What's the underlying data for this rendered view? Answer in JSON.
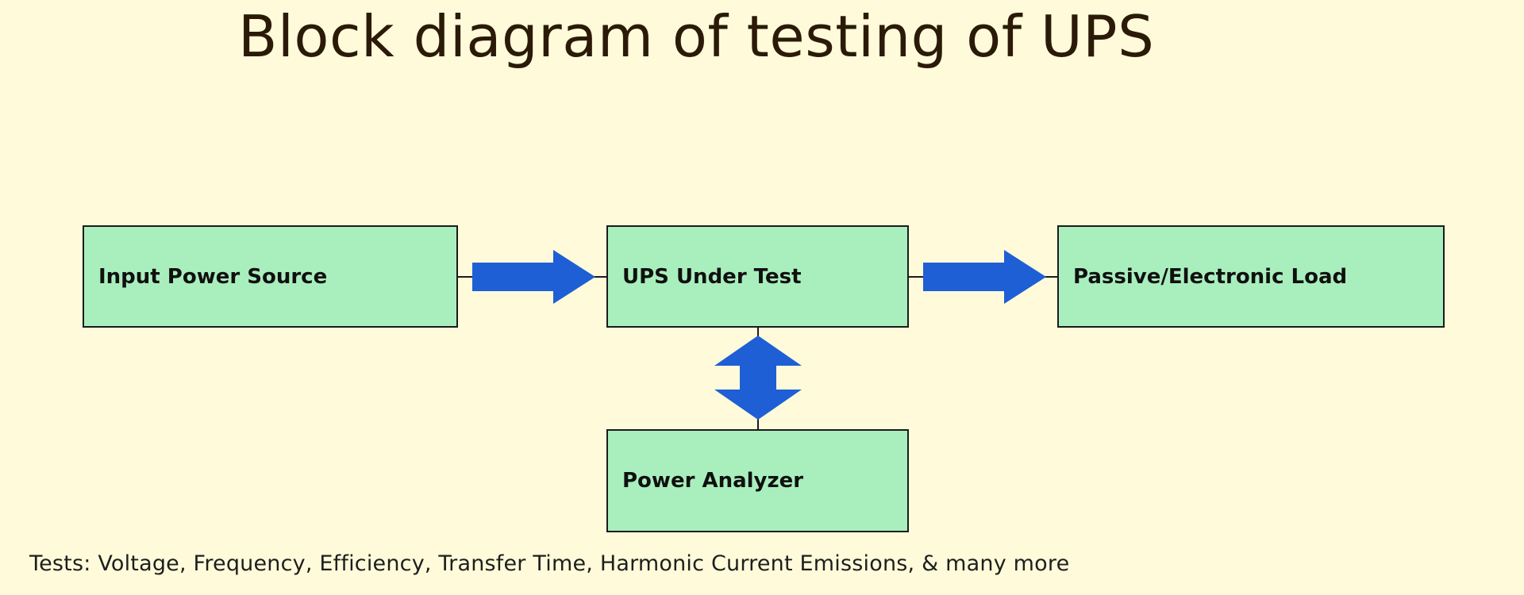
{
  "slide": {
    "title": "Block diagram of testing of UPS",
    "footer": "Tests: Voltage, Frequency, Efficiency, Transfer Time, Harmonic Current Emissions, & many more"
  },
  "diagram": {
    "blocks": {
      "input_power_source": "Input Power Source",
      "ups_under_test": "UPS Under Test",
      "load": "Passive/Electronic Load",
      "power_analyzer": "Power Analyzer"
    },
    "colors": {
      "background": "#fffbda",
      "block_fill": "#a9efbd",
      "block_border": "#1b1b1b",
      "arrow_fill": "#1f5fd6",
      "title_text": "#2b1a08"
    },
    "connections": [
      {
        "from": "Input Power Source",
        "to": "UPS Under Test",
        "type": "right-arrow"
      },
      {
        "from": "UPS Under Test",
        "to": "Passive/Electronic Load",
        "type": "right-arrow"
      },
      {
        "from": "UPS Under Test",
        "to": "Power Analyzer",
        "type": "double-vertical-arrow"
      }
    ]
  }
}
